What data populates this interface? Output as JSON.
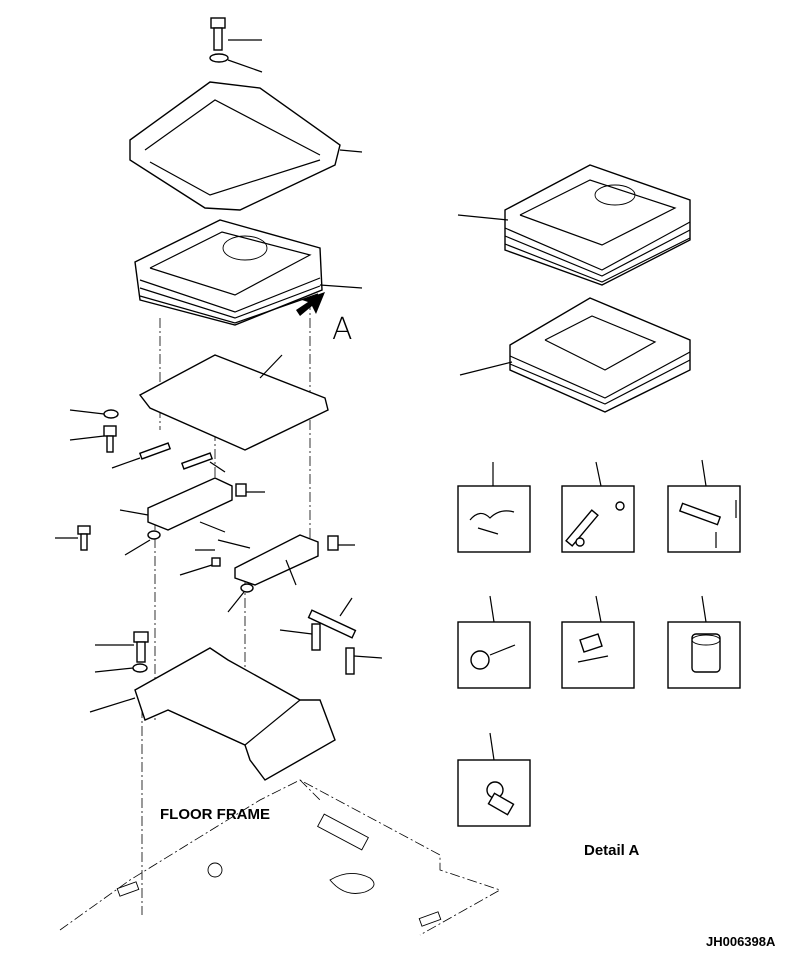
{
  "labels": {
    "floor_frame": "FLOOR FRAME",
    "detail_a": "Detail A",
    "view_letter": "A",
    "drawing_code": "JH006398A"
  }
}
